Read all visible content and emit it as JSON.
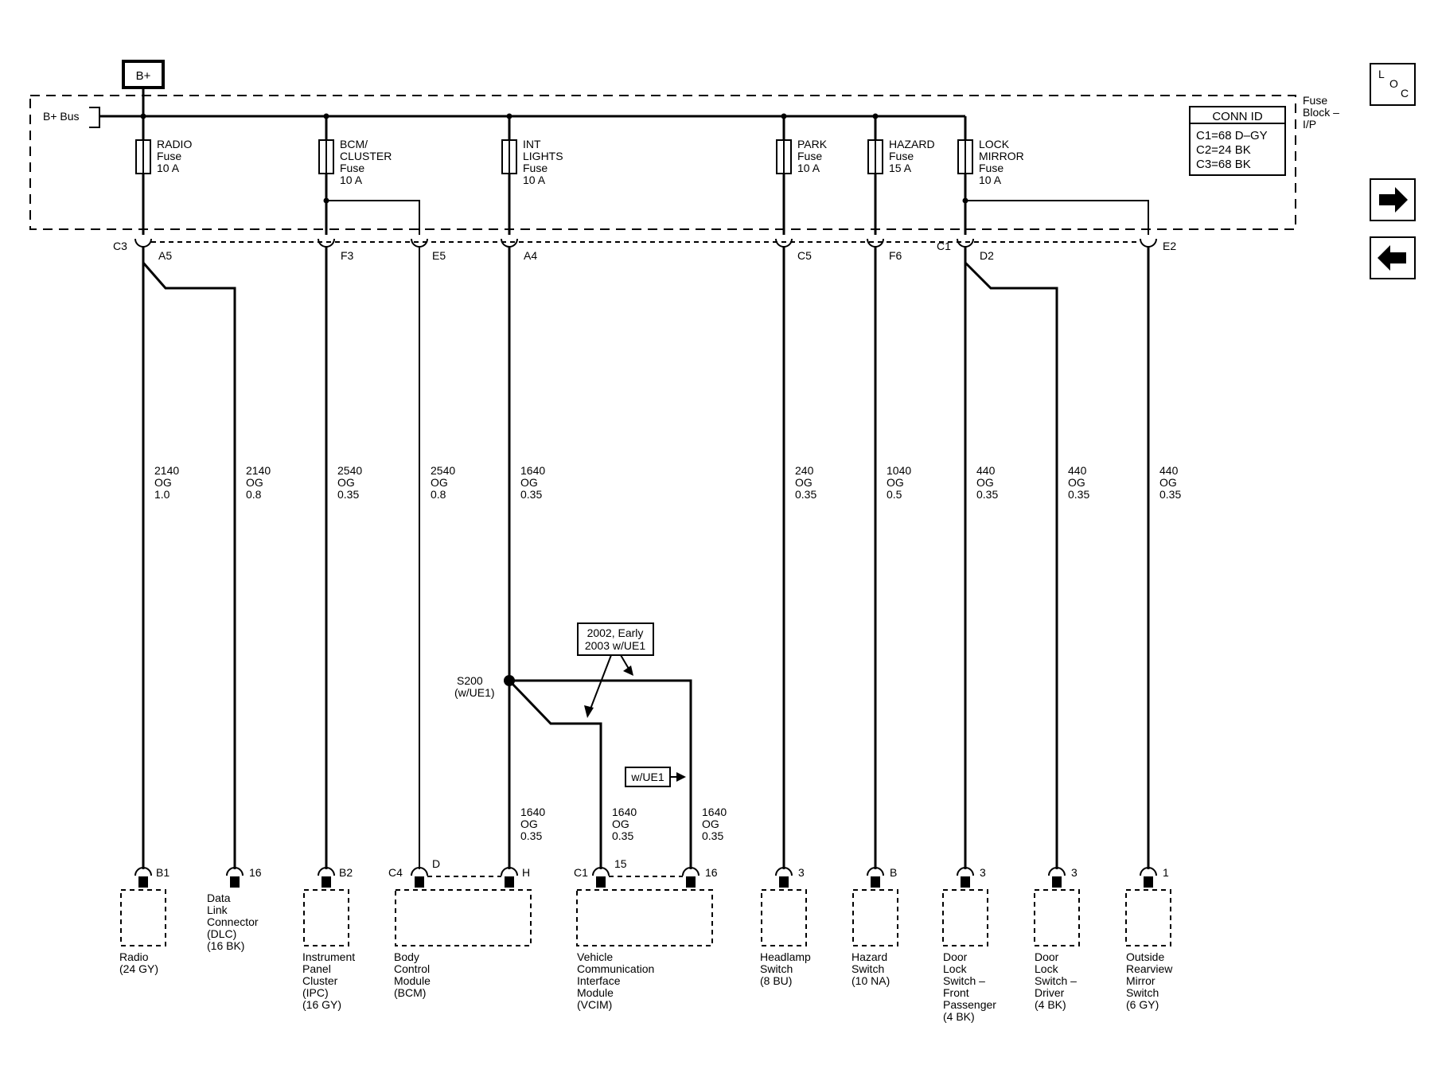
{
  "power": {
    "source_label": "B+",
    "bus_label": "B+ Bus",
    "fuse_block_label": [
      "Fuse",
      "Block –",
      "I/P"
    ]
  },
  "conn_id": {
    "title": "CONN ID",
    "rows": [
      "C1=68 D–GY",
      "C2=24 BK",
      "C3=68 BK"
    ]
  },
  "fuses": [
    {
      "name": [
        "RADIO",
        "Fuse",
        "10 A"
      ]
    },
    {
      "name": [
        "BCM/",
        "CLUSTER",
        "Fuse",
        "10 A"
      ]
    },
    {
      "name": [
        "INT",
        "LIGHTS",
        "Fuse",
        "10 A"
      ]
    },
    {
      "name": [
        "PARK",
        "Fuse",
        "10 A"
      ]
    },
    {
      "name": [
        "HAZARD",
        "Fuse",
        "15 A"
      ]
    },
    {
      "name": [
        "LOCK",
        "MIRROR",
        "Fuse",
        "10 A"
      ]
    }
  ],
  "fuse_block_pins": [
    {
      "connector": "C3",
      "pin": "A5"
    },
    {
      "pin": "F3"
    },
    {
      "pin": "E5"
    },
    {
      "pin": "A4"
    },
    {
      "pin": "C5"
    },
    {
      "pin": "F6"
    },
    {
      "connector": "C1",
      "pin": "D2"
    },
    {
      "pin": "E2"
    }
  ],
  "circuits": [
    [
      "2140",
      "OG",
      "1.0"
    ],
    [
      "2140",
      "OG",
      "0.8"
    ],
    [
      "2540",
      "OG",
      "0.35"
    ],
    [
      "2540",
      "OG",
      "0.8"
    ],
    [
      "1640",
      "OG",
      "0.35"
    ],
    [
      "240",
      "OG",
      "0.35"
    ],
    [
      "1040",
      "OG",
      "0.5"
    ],
    [
      "440",
      "OG",
      "0.35"
    ],
    [
      "440",
      "OG",
      "0.35"
    ],
    [
      "440",
      "OG",
      "0.35"
    ]
  ],
  "splice": {
    "name": "S200",
    "option": "(w/UE1)",
    "note": [
      "2002, Early",
      "2003 w/UE1"
    ],
    "option_box": "w/UE1",
    "branch_circuits": [
      [
        "1640",
        "OG",
        "0.35"
      ],
      [
        "1640",
        "OG",
        "0.35"
      ],
      [
        "1640",
        "OG",
        "0.35"
      ]
    ]
  },
  "components": [
    {
      "pins": [
        "B1"
      ],
      "label": [
        "Radio",
        "(24 GY)"
      ]
    },
    {
      "pins": [
        "16"
      ],
      "label": [
        "Data",
        "Link",
        "Connector",
        "(DLC)",
        "(16 BK)"
      ]
    },
    {
      "pins": [
        "B2"
      ],
      "label": [
        "Instrument",
        "Panel",
        "Cluster",
        "(IPC)",
        "(16 GY)"
      ]
    },
    {
      "connector": "C4",
      "pins": [
        "D",
        "H"
      ],
      "label": [
        "Body",
        "Control",
        "Module",
        "(BCM)"
      ]
    },
    {
      "connector": "C1",
      "pins": [
        "15",
        "16"
      ],
      "label": [
        "Vehicle",
        "Communication",
        "Interface",
        "Module",
        "(VCIM)"
      ]
    },
    {
      "pins": [
        "3"
      ],
      "label": [
        "Headlamp",
        "Switch",
        "(8 BU)"
      ]
    },
    {
      "pins": [
        "B"
      ],
      "label": [
        "Hazard",
        "Switch",
        "(10 NA)"
      ]
    },
    {
      "pins": [
        "3"
      ],
      "label": [
        "Door",
        "Lock",
        "Switch –",
        "Front",
        "Passenger",
        "(4 BK)"
      ]
    },
    {
      "pins": [
        "3"
      ],
      "label": [
        "Door",
        "Lock",
        "Switch –",
        "Driver",
        "(4 BK)"
      ]
    },
    {
      "pins": [
        "1"
      ],
      "label": [
        "Outside",
        "Rearview",
        "Mirror",
        "Switch",
        "(6 GY)"
      ]
    }
  ],
  "nav": {
    "loc": [
      "L",
      "O",
      "C"
    ],
    "next_icon": "arrow-right-icon",
    "prev_icon": "arrow-left-icon"
  }
}
